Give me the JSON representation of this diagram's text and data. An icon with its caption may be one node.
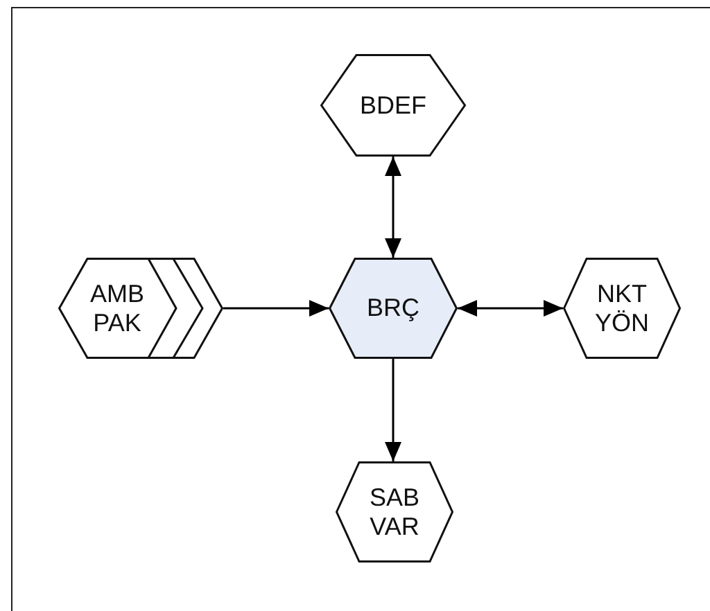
{
  "diagram": {
    "nodes": [
      {
        "text": [
          "BDEF"
        ]
      },
      {
        "text": [
          "AMB PAK"
        ]
      },
      {
        "text": [
          "BRÇ"
        ]
      },
      {
        "text": [
          "NKT YÖN"
        ]
      },
      {
        "text": [
          "SAB VAR"
        ]
      }
    ],
    "edges": [
      {
        "from": 1,
        "to": 2,
        "arrow": "to"
      },
      {
        "from": 0,
        "to": 2,
        "arrow": "both"
      },
      {
        "from": 2,
        "to": 3,
        "arrow": "both"
      },
      {
        "from": 2,
        "to": 4,
        "arrow": "to"
      }
    ]
  }
}
